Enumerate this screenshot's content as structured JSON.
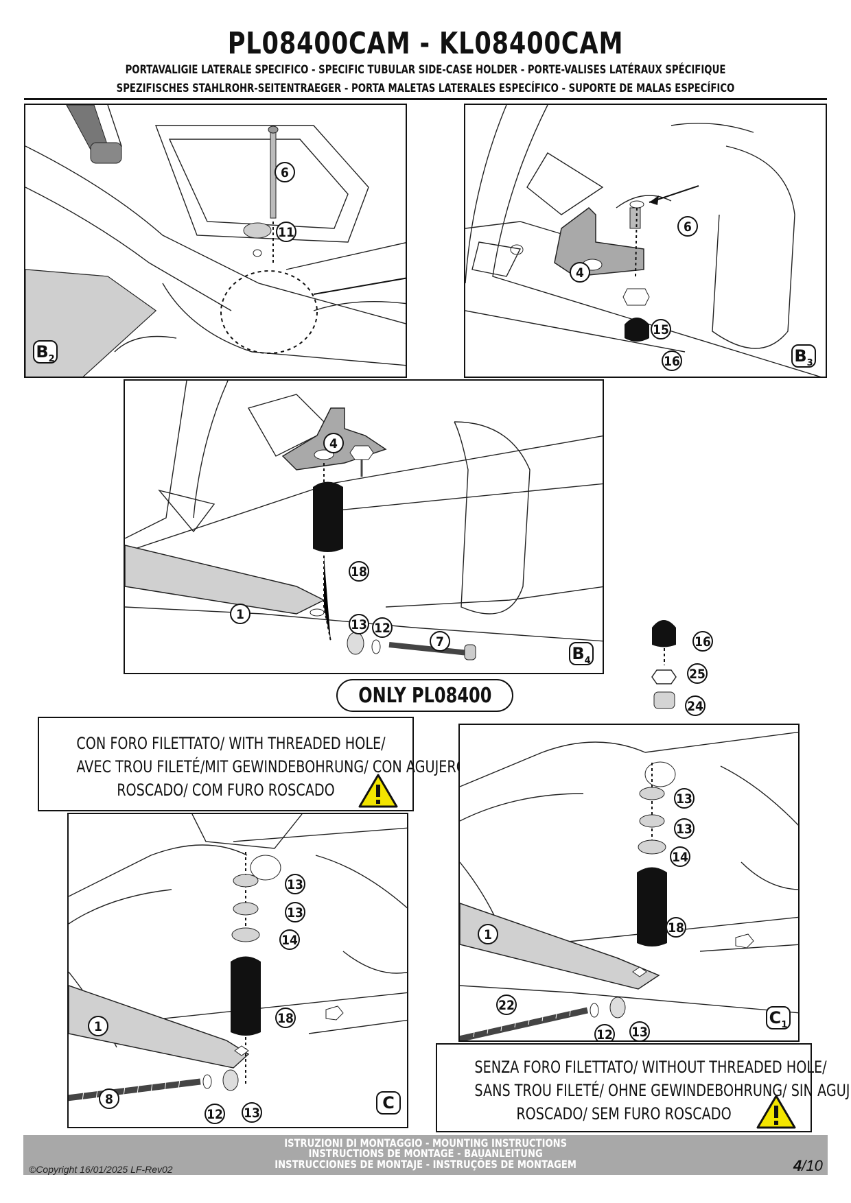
{
  "header": {
    "title": "PL08400CAM - KL08400CAM",
    "subtitle_1": "PORTAVALIGIE LATERALE SPECIFICO  -  SPECIFIC TUBULAR SIDE-CASE HOLDER  - PORTE-VALISES LATÉRAUX SPÉCIFIQUE",
    "subtitle_2": "SPEZIFISCHES STAHLROHR-SEITENTRAEGER - PORTA MALETAS LATERALES ESPECÍFICO - SUPORTE DE MALAS ESPECÍFICO"
  },
  "panels": {
    "b2": {
      "step": "B",
      "step_sub": "2",
      "callouts": [
        "6",
        "11"
      ]
    },
    "b3": {
      "step": "B",
      "step_sub": "3",
      "callouts": [
        "6",
        "4",
        "15",
        "16"
      ]
    },
    "b4": {
      "step": "B",
      "step_sub": "4",
      "callouts": [
        "4",
        "18",
        "1",
        "13",
        "12",
        "7"
      ]
    },
    "c": {
      "step": "C",
      "callouts": [
        "13",
        "13",
        "14",
        "18",
        "1",
        "8",
        "12",
        "13"
      ]
    },
    "c1": {
      "step": "C",
      "step_sub": "1",
      "callouts": [
        "13",
        "13",
        "14",
        "18",
        "1",
        "22",
        "12",
        "13"
      ]
    }
  },
  "loose_parts": [
    "16",
    "25",
    "24"
  ],
  "only_label": "ONLY PL08400",
  "notice_threaded": {
    "line1": "CON FORO FILETTATO/ WITH THREADED HOLE/",
    "line2": "AVEC TROU FILETÉ/MIT GEWINDEBOHRUNG/ CON AGUJERO",
    "line3": "ROSCADO/ COM FURO ROSCADO"
  },
  "notice_unthreaded": {
    "line1": "SENZA FORO FILETTATO/ WITHOUT THREADED HOLE/",
    "line2": "SANS TROU FILETÉ/ OHNE GEWINDEBOHRUNG/ SIN AGUJERO",
    "line3": "ROSCADO/ SEM FURO ROSCADO"
  },
  "warning_icon": "warning-triangle-icon",
  "footer": {
    "line1": "ISTRUZIONI DI MONTAGGIO  -  MOUNTING INSTRUCTIONS",
    "line2": "INSTRUCTIONS DE MONTAGE - BAUANLEITUNG",
    "line3": "INSTRUCCIONES DE MONTAJE - INSTRUÇÕES DE MONTAGEM",
    "copyright": "©Copyright 16/01/2025 LF-Rev02",
    "page": "4",
    "page_total": "/10"
  },
  "colors": {
    "ink": "#111111",
    "part_gray": "#a9a9a9",
    "washer_gray": "#d4d4d4",
    "footer_bar": "#a8a8a8",
    "warning_yellow": "#f3e500"
  }
}
